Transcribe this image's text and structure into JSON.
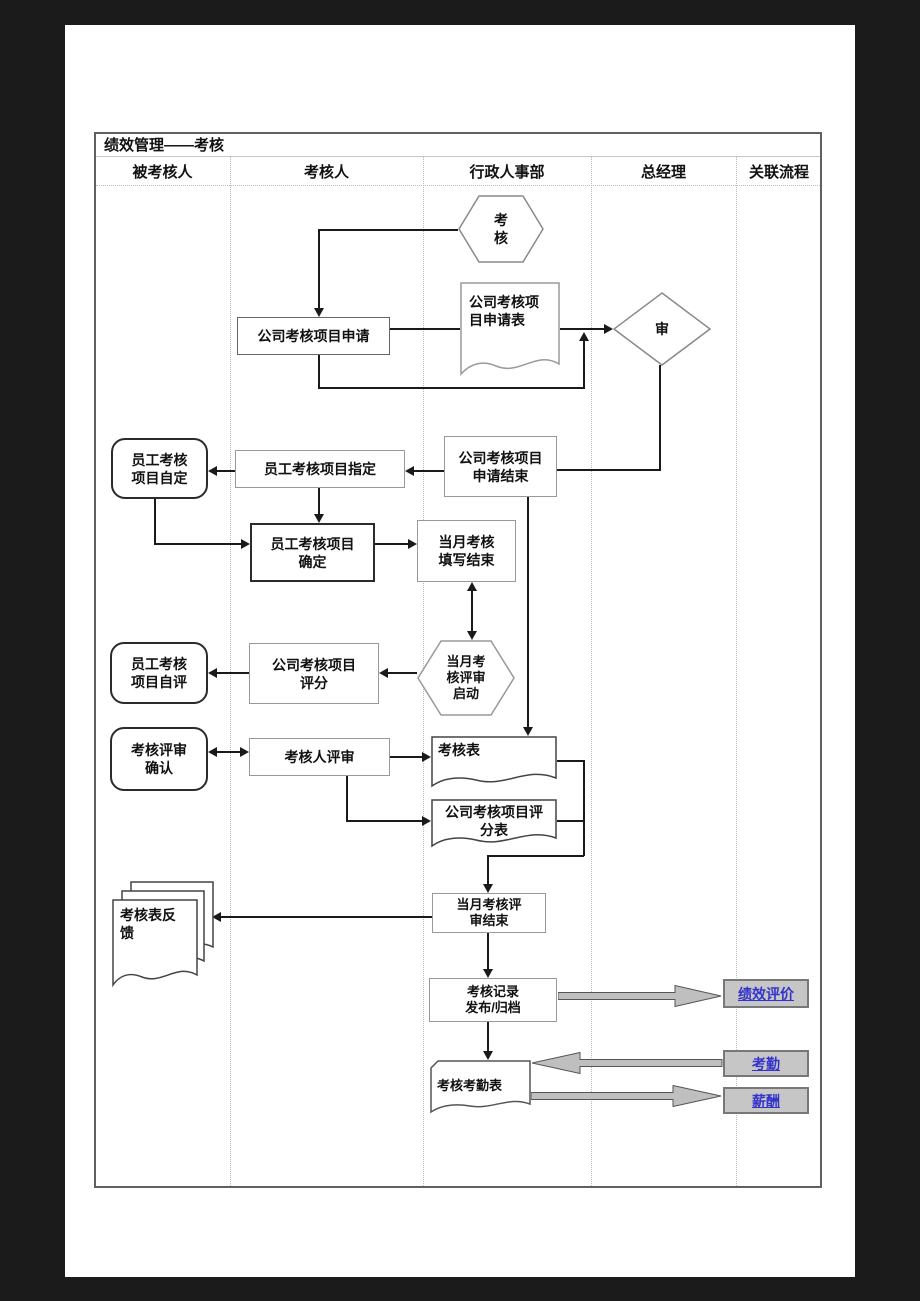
{
  "table": {
    "title": "绩效管理——考核",
    "columns": [
      "被考核人",
      "考核人",
      "行政人事部",
      "总经理",
      "关联流程"
    ]
  },
  "shapes": {
    "hex_assess": "考\n核",
    "rect_apply": "公司考核项目申请",
    "doc_apply_form": "公司考核项\n目申请表",
    "diamond_review": "审",
    "rect_apply_end": "公司考核项目\n申请结束",
    "rect_assign": "员工考核项目指定",
    "round_self_set": "员工考核\n项目自定",
    "rect_confirm": "员工考核项目\n确定",
    "rect_fill_end": "当月考核\n填写结束",
    "hex_review_start": "当月考\n核评审\n启动",
    "rect_score": "公司考核项目\n评分",
    "round_self_eval": "员工考核\n项目自评",
    "round_review_confirm": "考核评审\n确认",
    "rect_assessor_review": "考核人评审",
    "doc_assess_form": "考核表",
    "doc_score_form": "公司考核项目评\n分表",
    "rect_review_end": "当月考核评\n审结束",
    "doc_feedback": "考核表反\n馈",
    "rect_record": "考核记录\n发布/归档",
    "doc_attendance": "考核考勤表"
  },
  "links": {
    "performance": "绩效评价",
    "attendance": "考勤",
    "salary": "薪酬"
  },
  "colors": {
    "canvas_bg": "#1b1b1b",
    "page_bg": "#ffffff",
    "line": "#1a1a1a",
    "link_text": "#3333cc",
    "link_fill": "#c6c6c6",
    "block_arrow_fill": "#bfbfbf"
  }
}
